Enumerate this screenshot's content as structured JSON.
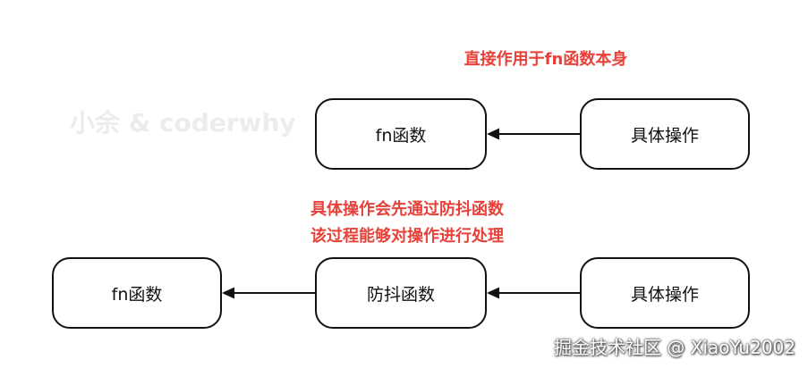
{
  "watermark": "小余 & coderwhy",
  "credit": "掘金技术社区 @ XiaoYu2002",
  "top_row": {
    "annotation": "直接作用于fn函数本身",
    "left_box": "fn函数",
    "right_box": "具体操作"
  },
  "bottom_row": {
    "annotation_line1": "具体操作会先通过防抖函数",
    "annotation_line2": "该过程能够对操作进行处理",
    "left_box": "fn函数",
    "middle_box": "防抖函数",
    "right_box": "具体操作"
  },
  "colors": {
    "annotation": "#e8413a",
    "border": "#111111",
    "watermark": "#ececec"
  }
}
